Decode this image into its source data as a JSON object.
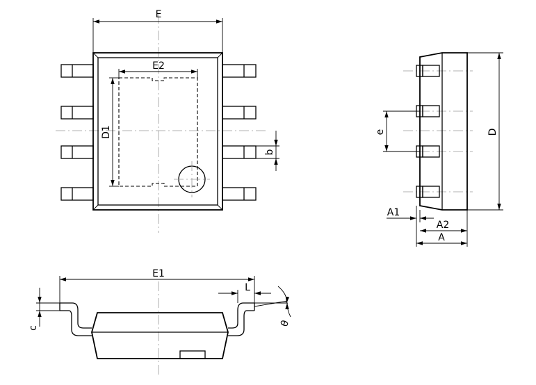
{
  "labels": {
    "E": "E",
    "E2": "E2",
    "D1": "D1",
    "b": "b",
    "e": "e",
    "D": "D",
    "A1": "A1",
    "A2": "A2",
    "A": "A",
    "E1": "E1",
    "L": "L",
    "c": "c",
    "theta": "θ"
  }
}
